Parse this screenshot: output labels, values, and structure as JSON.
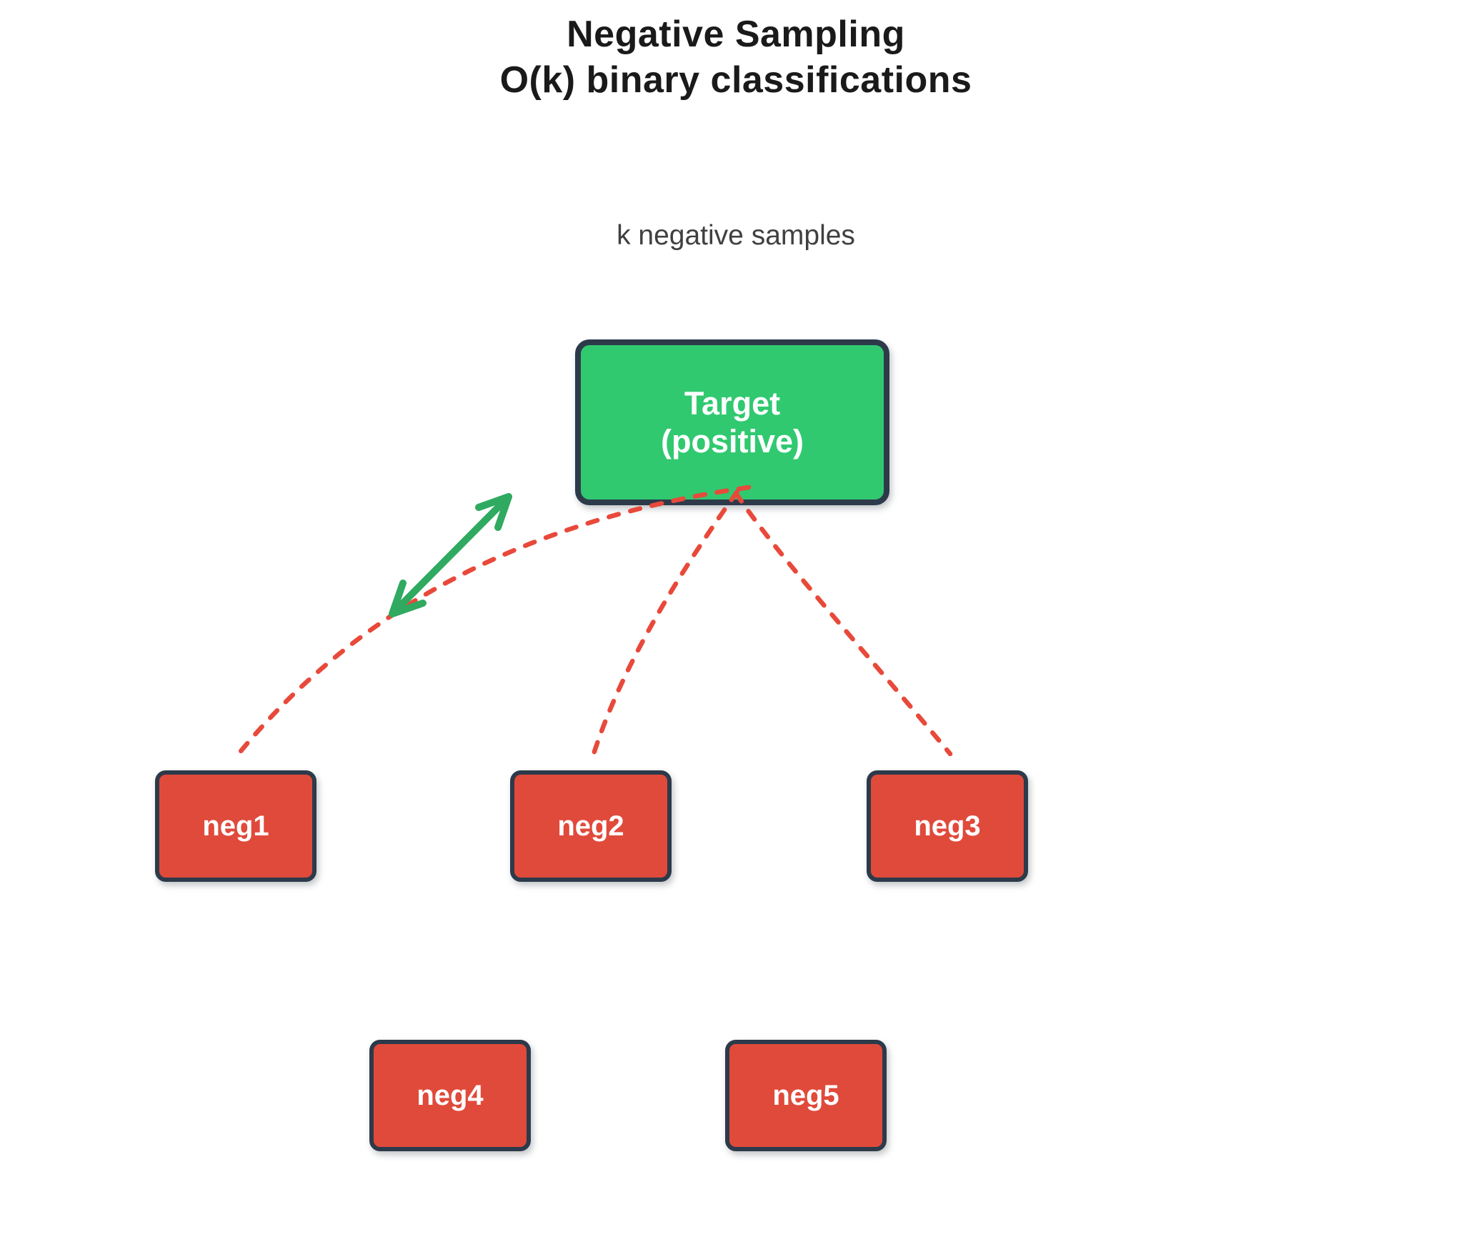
{
  "header": {
    "title_line1": "Negative Sampling",
    "title_line2": "O(k) binary classifications"
  },
  "annotation": {
    "label": "k negative samples"
  },
  "nodes": {
    "target": {
      "line1": "Target",
      "line2": "(positive)",
      "role": "positive sample"
    },
    "negatives": [
      {
        "label": "neg1"
      },
      {
        "label": "neg2"
      },
      {
        "label": "neg3"
      },
      {
        "label": "neg4"
      },
      {
        "label": "neg5"
      }
    ]
  },
  "edges": {
    "dashed": [
      {
        "from": "target",
        "to": "neg1"
      },
      {
        "from": "target",
        "to": "neg2"
      },
      {
        "from": "target",
        "to": "neg3"
      }
    ],
    "double_arrow": {
      "between": [
        "target",
        "neg1"
      ],
      "style": "solid green double-headed"
    }
  },
  "colors": {
    "background": "#ffffff",
    "title": "#1a1a1a",
    "subtitle": "#404040",
    "positive_fill": "#30c970",
    "negative_fill": "#e04a3b",
    "node_border": "#2c3a4a",
    "node_text": "#ffffff",
    "edge_dashed": "#e8493a",
    "arrow_green": "#2faa60"
  }
}
